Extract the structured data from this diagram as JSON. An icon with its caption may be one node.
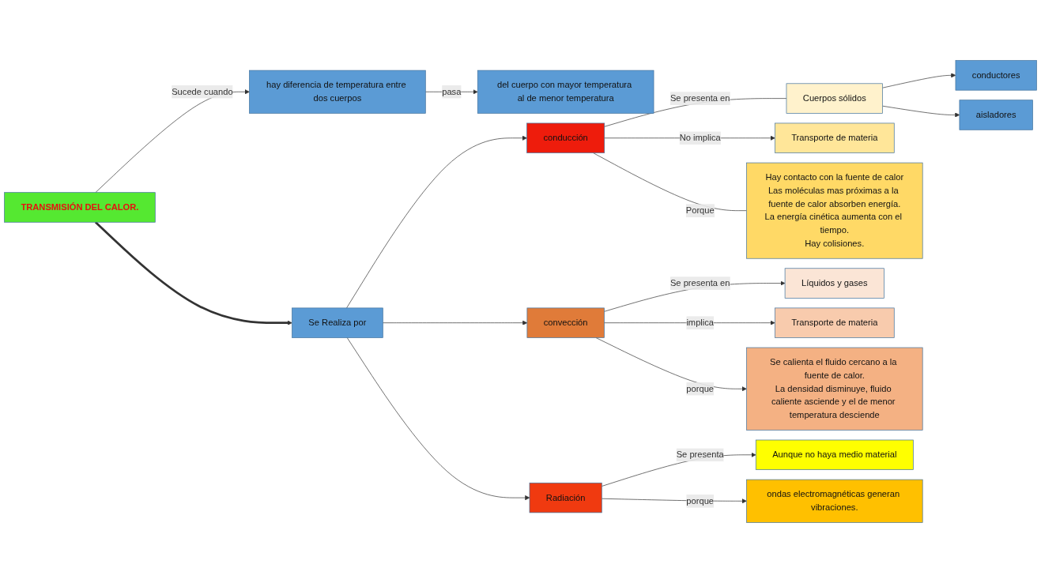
{
  "diagram": {
    "nodes": [
      {
        "text": [
          "TRANSMISIÓN DEL CALOR."
        ]
      },
      {
        "text": [
          "hay diferencia de temperatura entre dos cuerpos"
        ]
      },
      {
        "text": [
          "del cuerpo con mayor temperatura al de menor temperatura"
        ]
      },
      {
        "text": [
          "Se Realiza por"
        ]
      },
      {
        "text": [
          "conducción"
        ]
      },
      {
        "text": [
          "Cuerpos sólidos"
        ]
      },
      {
        "text": [
          "conductores"
        ]
      },
      {
        "text": [
          "aisladores"
        ]
      },
      {
        "text": [
          "Transporte de materia"
        ]
      },
      {
        "text": [
          "Hay contacto con la fuente de calor",
          "Las moléculas mas próximas a la fuente de calor absorben energía.",
          "La energía cinética aumenta con el tiempo.",
          "Hay colisiones."
        ]
      },
      {
        "text": [
          "convección"
        ]
      },
      {
        "text": [
          "Líquidos y gases"
        ]
      },
      {
        "text": [
          "Transporte de materia"
        ]
      },
      {
        "text": [
          "Se calienta el fluido cercano a la fuente de calor.",
          "La densidad disminuye, fluido caliente asciende y el de menor temperatura desciende"
        ]
      },
      {
        "text": [
          "Radiación"
        ]
      },
      {
        "text": [
          "Aunque no haya medio material"
        ]
      },
      {
        "text": [
          "ondas electromagnéticas generan vibraciones."
        ]
      }
    ],
    "edges": [
      {
        "from": 0,
        "to": 3,
        "arrow": "to",
        "style": "thick"
      },
      {
        "from": 0,
        "to": 1,
        "arrow": "to",
        "label": "Sucede cuando"
      },
      {
        "from": 1,
        "to": 2,
        "arrow": "to",
        "label": "pasa"
      },
      {
        "from": 3,
        "to": 4,
        "arrow": "to"
      },
      {
        "from": 3,
        "to": 10,
        "arrow": "to"
      },
      {
        "from": 3,
        "to": 14,
        "arrow": "to"
      },
      {
        "from": 4,
        "to": 5,
        "arrow": "none",
        "label": "Se presenta en"
      },
      {
        "from": 4,
        "to": 8,
        "arrow": "to",
        "label": "No implica"
      },
      {
        "from": 4,
        "to": 9,
        "arrow": "none",
        "label": "Porque"
      },
      {
        "from": 5,
        "to": 6,
        "arrow": "to"
      },
      {
        "from": 5,
        "to": 7,
        "arrow": "to"
      },
      {
        "from": 10,
        "to": 11,
        "arrow": "to",
        "label": "Se presenta en"
      },
      {
        "from": 10,
        "to": 12,
        "arrow": "to",
        "label": "implica"
      },
      {
        "from": 10,
        "to": 13,
        "arrow": "to",
        "label": "porque"
      },
      {
        "from": 14,
        "to": 15,
        "arrow": "to",
        "label": "Se presenta"
      },
      {
        "from": 14,
        "to": 16,
        "arrow": "to",
        "label": "porque"
      }
    ]
  }
}
